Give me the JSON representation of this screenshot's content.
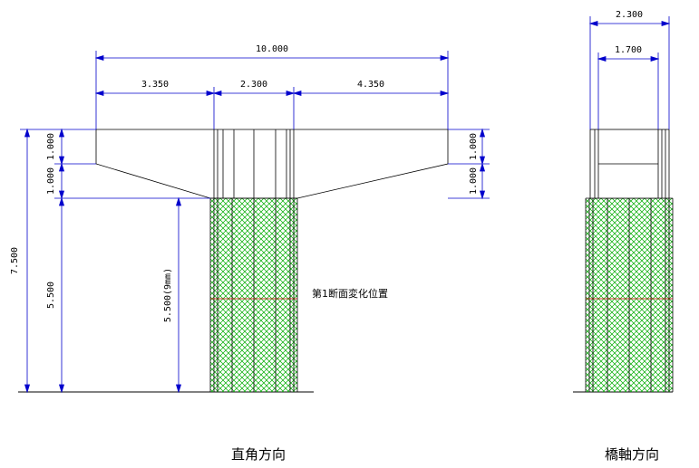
{
  "colors": {
    "dimension": "#0000cc",
    "outline": "#000000",
    "hatch": "#00aa00",
    "section_line": "#cc0000"
  },
  "front_view": {
    "caption": "直角方向",
    "dims": {
      "overall_width": "10.000",
      "left": "3.350",
      "center": "2.300",
      "right": "4.350",
      "total_height": "7.500",
      "upper_a": "1.000",
      "upper_b": "1.000",
      "column": "5.500",
      "column_embedded": "5.500(9mm)",
      "right_a": "1.000",
      "right_b": "1.000"
    },
    "section_label": "第1断面変化位置"
  },
  "side_view": {
    "caption": "橋軸方向",
    "dims": {
      "outer": "2.300",
      "inner": "1.700"
    }
  }
}
